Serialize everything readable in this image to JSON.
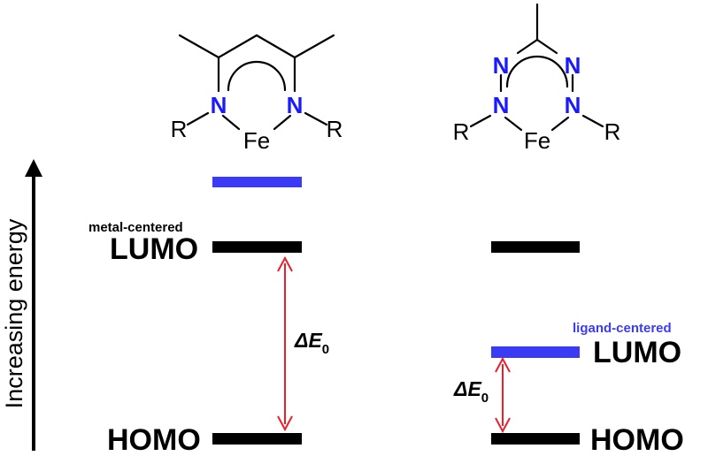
{
  "colors": {
    "black": "#000000",
    "blue": "#3b3bf5",
    "red": "#e8202a"
  },
  "axis": {
    "label": "Increasing energy"
  },
  "left_complex": {
    "atoms": {
      "N_left": "N",
      "N_right": "N",
      "metal": "Fe",
      "R_left": "R",
      "R_right": "R"
    },
    "atom_N_color": "#1a1aff",
    "levels": {
      "upper_blue": {
        "color": "#3b3bf5"
      },
      "lumo": {
        "label": "LUMO",
        "annotation": "metal-centered",
        "annotation_color": "#000000"
      },
      "homo": {
        "label": "HOMO"
      }
    },
    "gap": {
      "symbol": "ΔE",
      "subscript": "0"
    }
  },
  "right_complex": {
    "atoms": {
      "N1": "N",
      "N2": "N",
      "N3": "N",
      "N4": "N",
      "metal": "Fe",
      "R_left": "R",
      "R_right": "R"
    },
    "atom_N_color": "#1a1aff",
    "levels": {
      "upper_black": {
        "color": "#000000"
      },
      "lumo": {
        "label": "LUMO",
        "annotation": "ligand-centered",
        "annotation_color": "#3b3bf5"
      },
      "homo": {
        "label": "HOMO"
      }
    },
    "gap": {
      "symbol": "ΔE",
      "subscript": "0"
    }
  }
}
